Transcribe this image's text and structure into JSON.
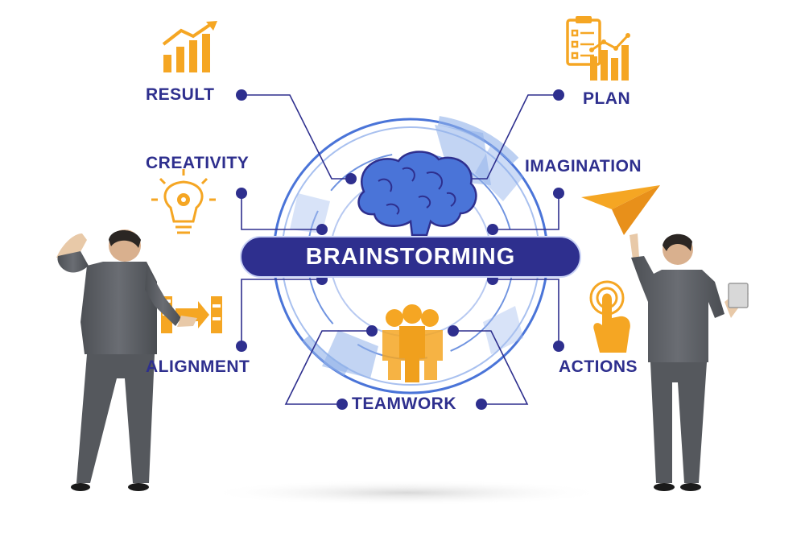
{
  "center": {
    "title": "BRAINSTORMING"
  },
  "labels": {
    "result": "RESULT",
    "plan": "PLAN",
    "creativity": "CREATIVITY",
    "imagination": "IMAGINATION",
    "alignment": "ALIGNMENT",
    "actions": "ACTIONS",
    "teamwork": "TEAMWORK"
  },
  "stock_id": "567318769",
  "colors": {
    "navy": "#2e2f8e",
    "orange": "#f5a623",
    "light_blue": "#8fb0ea",
    "circle_blue": "#4a74d8",
    "suit_gray": "#5a5d63"
  },
  "icons": [
    "bar-chart-icon",
    "clipboard-chart-icon",
    "lightbulb-gear-icon",
    "paper-plane-icon",
    "alignment-arrows-icon",
    "touch-hand-icon",
    "brain-icon",
    "team-icon"
  ]
}
